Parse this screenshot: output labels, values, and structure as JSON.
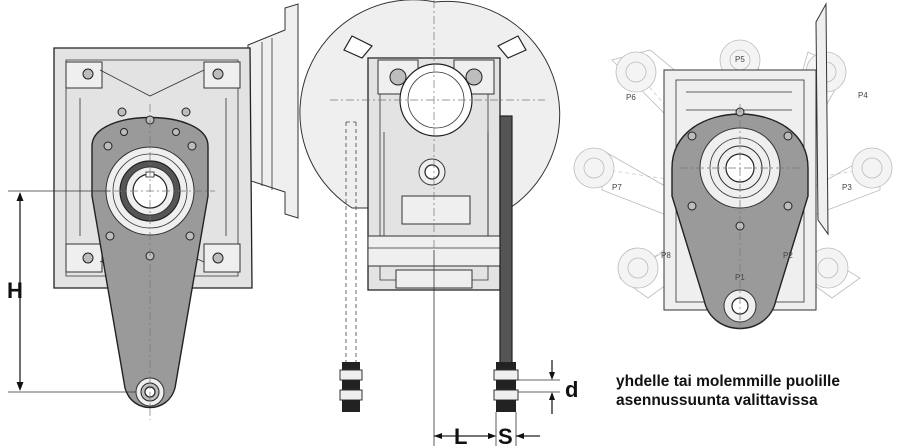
{
  "dimensions": {
    "h_label": "H",
    "l_label": "L",
    "s_label": "S",
    "d_label": "d"
  },
  "positions": {
    "p1": "P1",
    "p2": "P2",
    "p3": "P3",
    "p4": "P4",
    "p5": "P5",
    "p6": "P6",
    "p7": "P7",
    "p8": "P8"
  },
  "caption": {
    "line1": "yhdelle tai molemmille puolille",
    "line2": "asennussuunta valittavissa"
  }
}
